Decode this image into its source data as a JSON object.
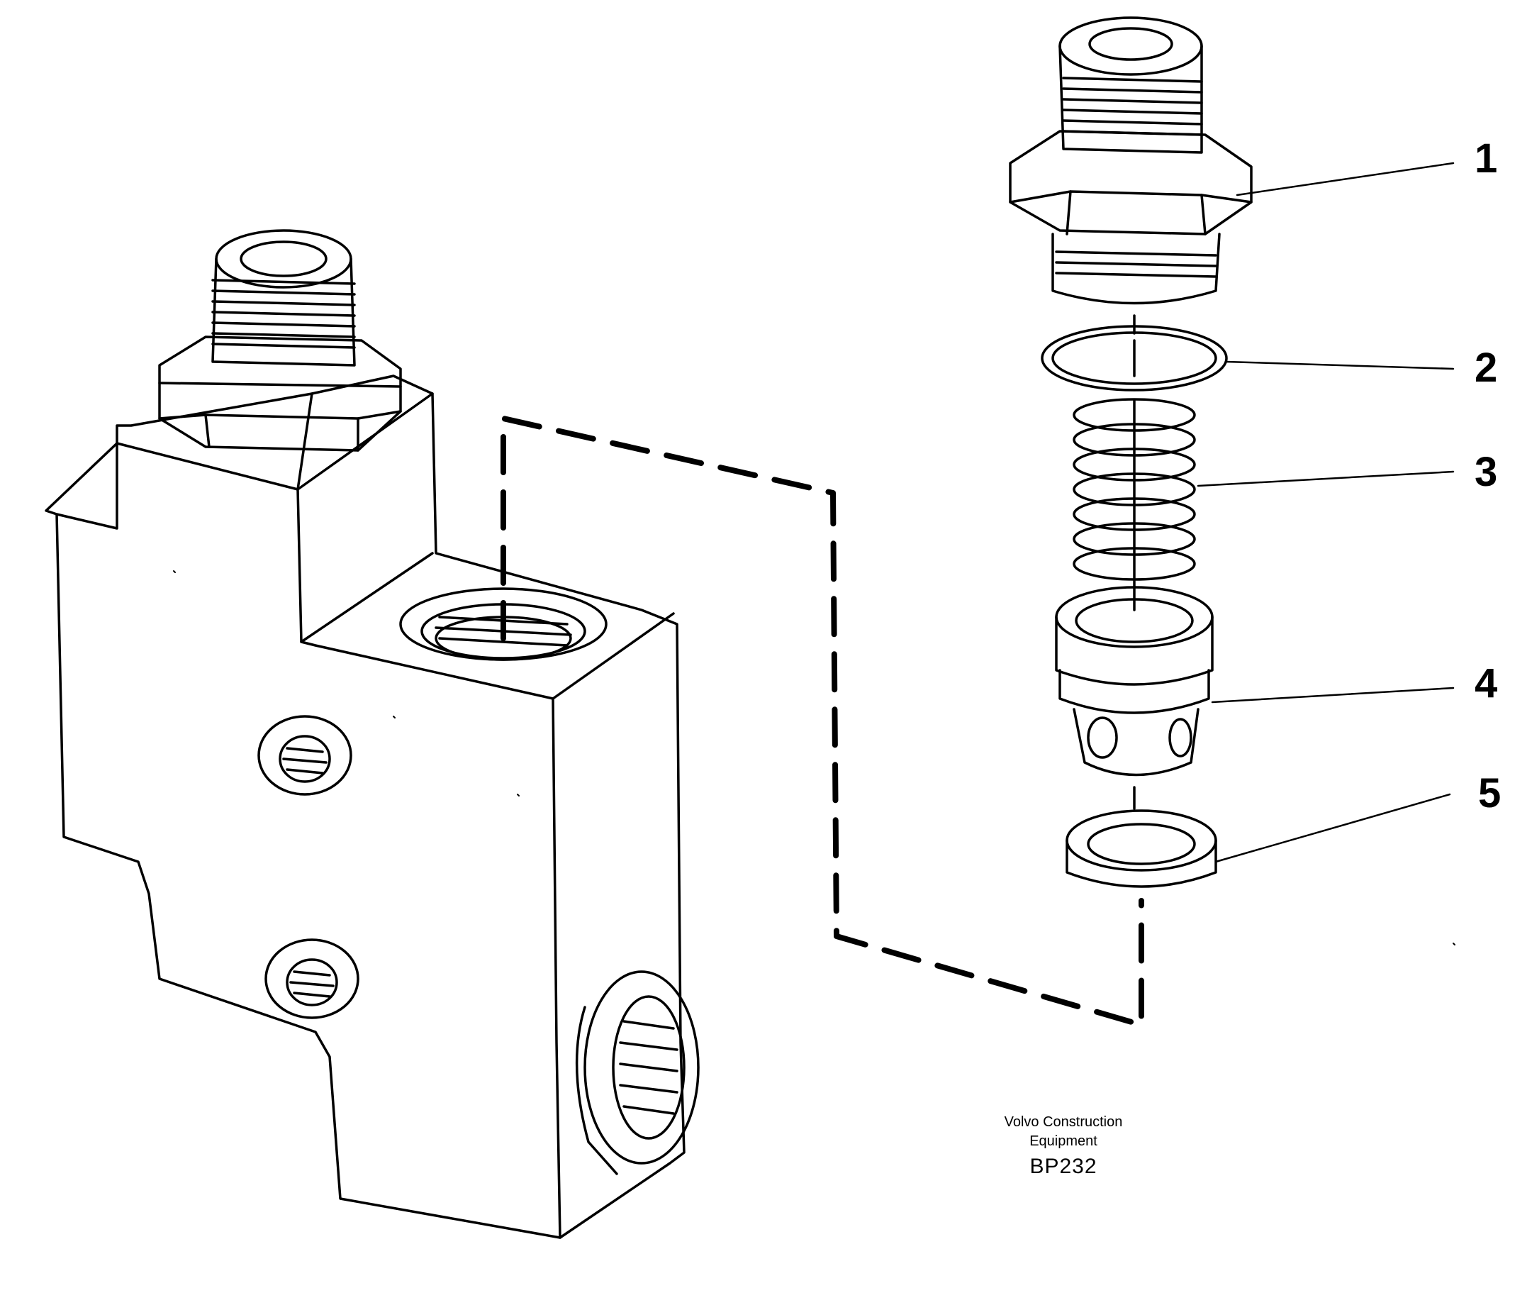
{
  "callouts": [
    {
      "id": 1,
      "label": "1"
    },
    {
      "id": 2,
      "label": "2"
    },
    {
      "id": 3,
      "label": "3"
    },
    {
      "id": 4,
      "label": "4"
    },
    {
      "id": 5,
      "label": "5"
    }
  ],
  "caption": {
    "line1": "Volvo Construction",
    "line2": "Equipment",
    "code": "BP232"
  },
  "line_color": "#000000",
  "background_color": "#ffffff"
}
